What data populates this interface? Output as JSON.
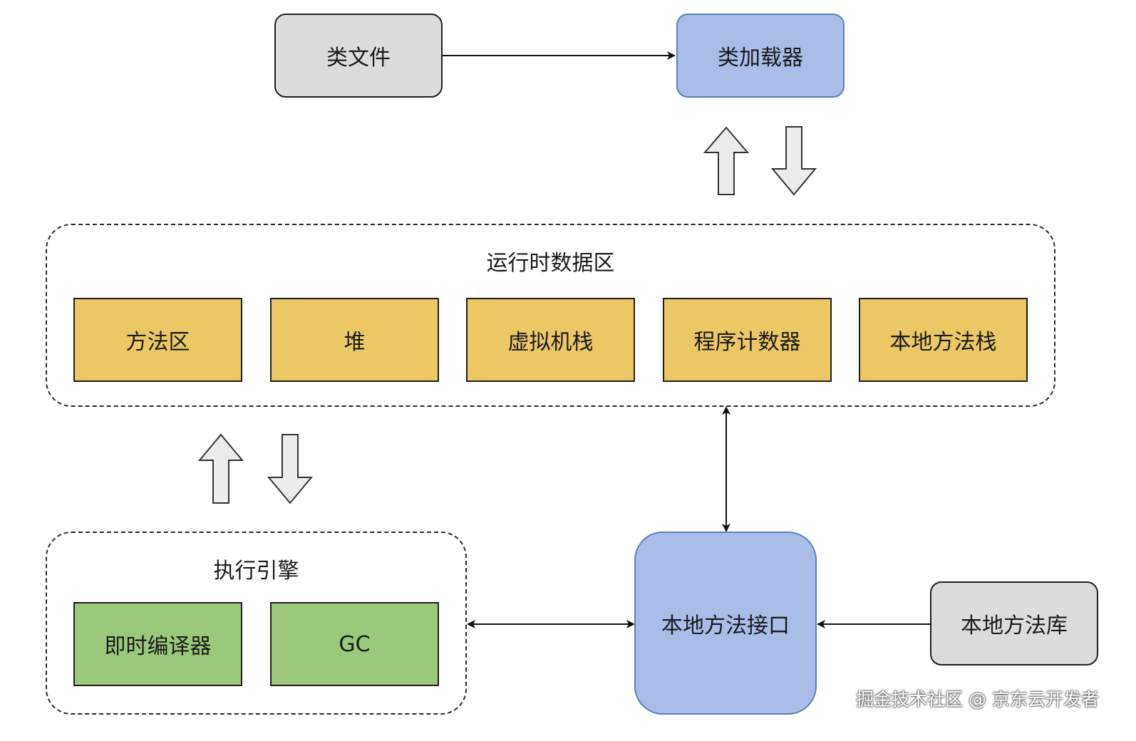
{
  "nodes": {
    "class_file": "类文件",
    "class_loader": "类加载器",
    "native_interface": "本地方法接口",
    "native_library": "本地方法库"
  },
  "runtime_data_area": {
    "title": "运行时数据区",
    "areas": [
      "方法区",
      "堆",
      "虚拟机栈",
      "程序计数器",
      "本地方法栈"
    ]
  },
  "execution_engine": {
    "title": "执行引擎",
    "components": [
      "即时编译器",
      "GC"
    ]
  },
  "watermark": "掘金技术社区 @ 京东云开发者",
  "colors": {
    "gray_node": "#dcdcdc",
    "blue_node": "#a9bde8",
    "memory_area": "#ecc865",
    "engine_component": "#9cc979"
  }
}
